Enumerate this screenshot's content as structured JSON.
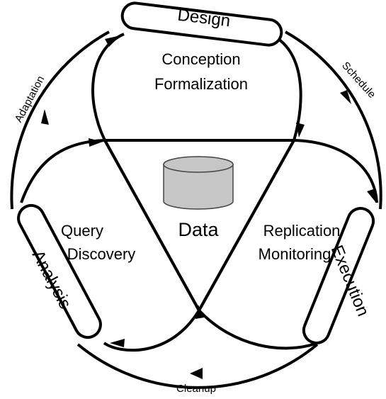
{
  "phases": {
    "design": "Design",
    "execution": "Execution",
    "analysis": "Analysis"
  },
  "transitions": {
    "schedule": "Schedule",
    "cleanup": "Cleanup",
    "adaptation": "Adaptation"
  },
  "activities": {
    "design_line1": "Conception",
    "design_line2": "Formalization",
    "execution_line1": "Replication",
    "execution_line2": "Monitoring",
    "analysis_line1": "Query",
    "analysis_line2": "Discovery"
  },
  "core": {
    "label": "Data",
    "icon": "database-icon",
    "fill_color": "#c6c6c6"
  }
}
